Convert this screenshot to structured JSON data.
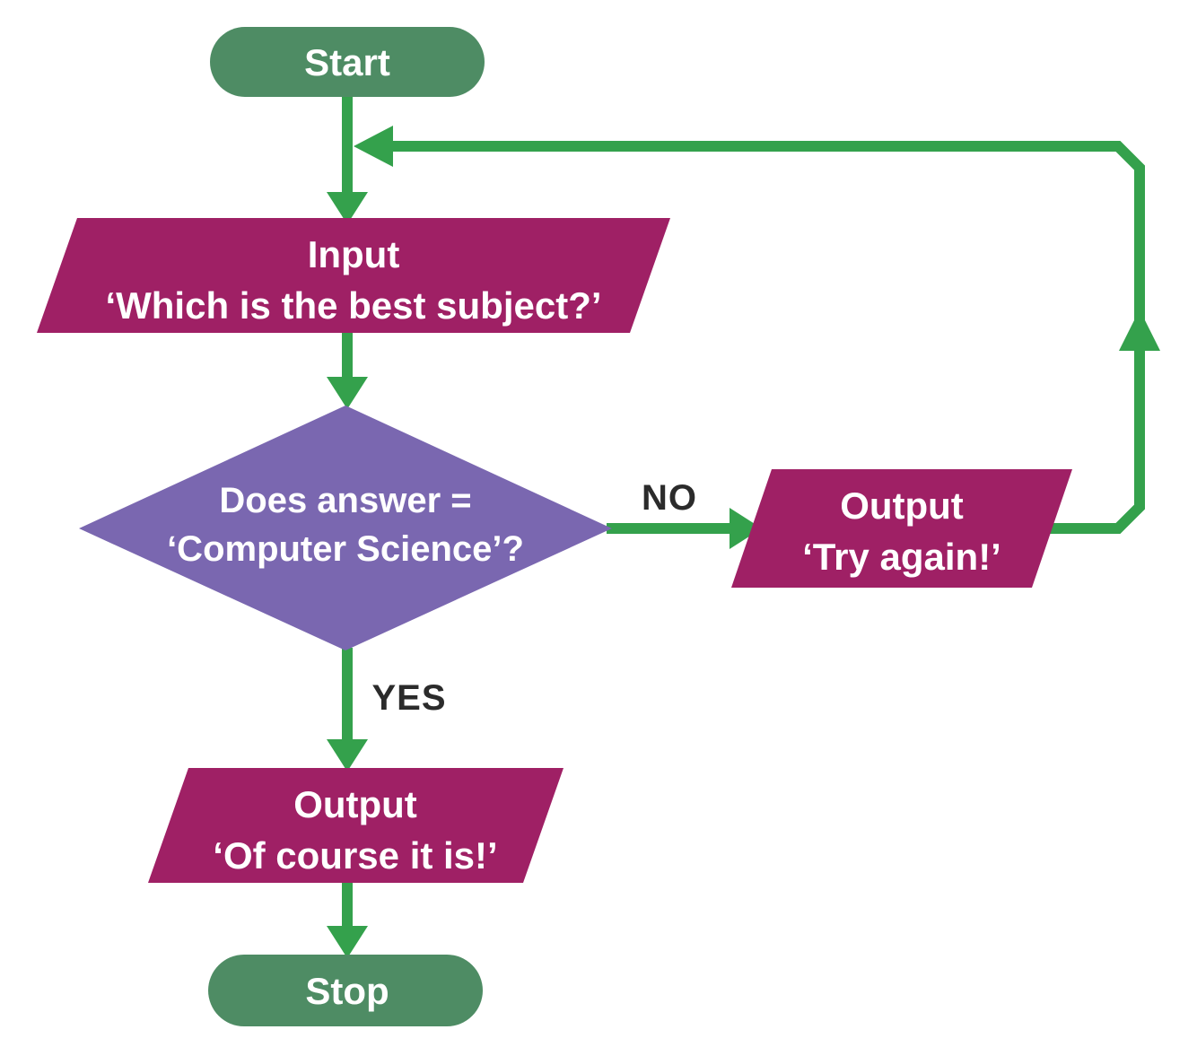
{
  "flowchart": {
    "colors": {
      "terminator_fill": "#4e8c64",
      "io_fill": "#9f2065",
      "decision_fill": "#7a67b0",
      "connector": "#34a14c",
      "node_text": "#ffffff",
      "branch_label": "#2b2b2b"
    },
    "nodes": {
      "start": {
        "type": "terminator",
        "label": "Start"
      },
      "input_question": {
        "type": "input-output",
        "line1": "Input",
        "line2": "‘Which is the best subject?’"
      },
      "decision": {
        "type": "decision",
        "line1": "Does answer =",
        "line2": "‘Computer Science’?"
      },
      "output_try_again": {
        "type": "input-output",
        "line1": "Output",
        "line2": "‘Try again!’"
      },
      "output_of_course": {
        "type": "input-output",
        "line1": "Output",
        "line2": "‘Of course it is!’"
      },
      "stop": {
        "type": "terminator",
        "label": "Stop"
      }
    },
    "branches": {
      "no_label": "NO",
      "yes_label": "YES"
    }
  }
}
